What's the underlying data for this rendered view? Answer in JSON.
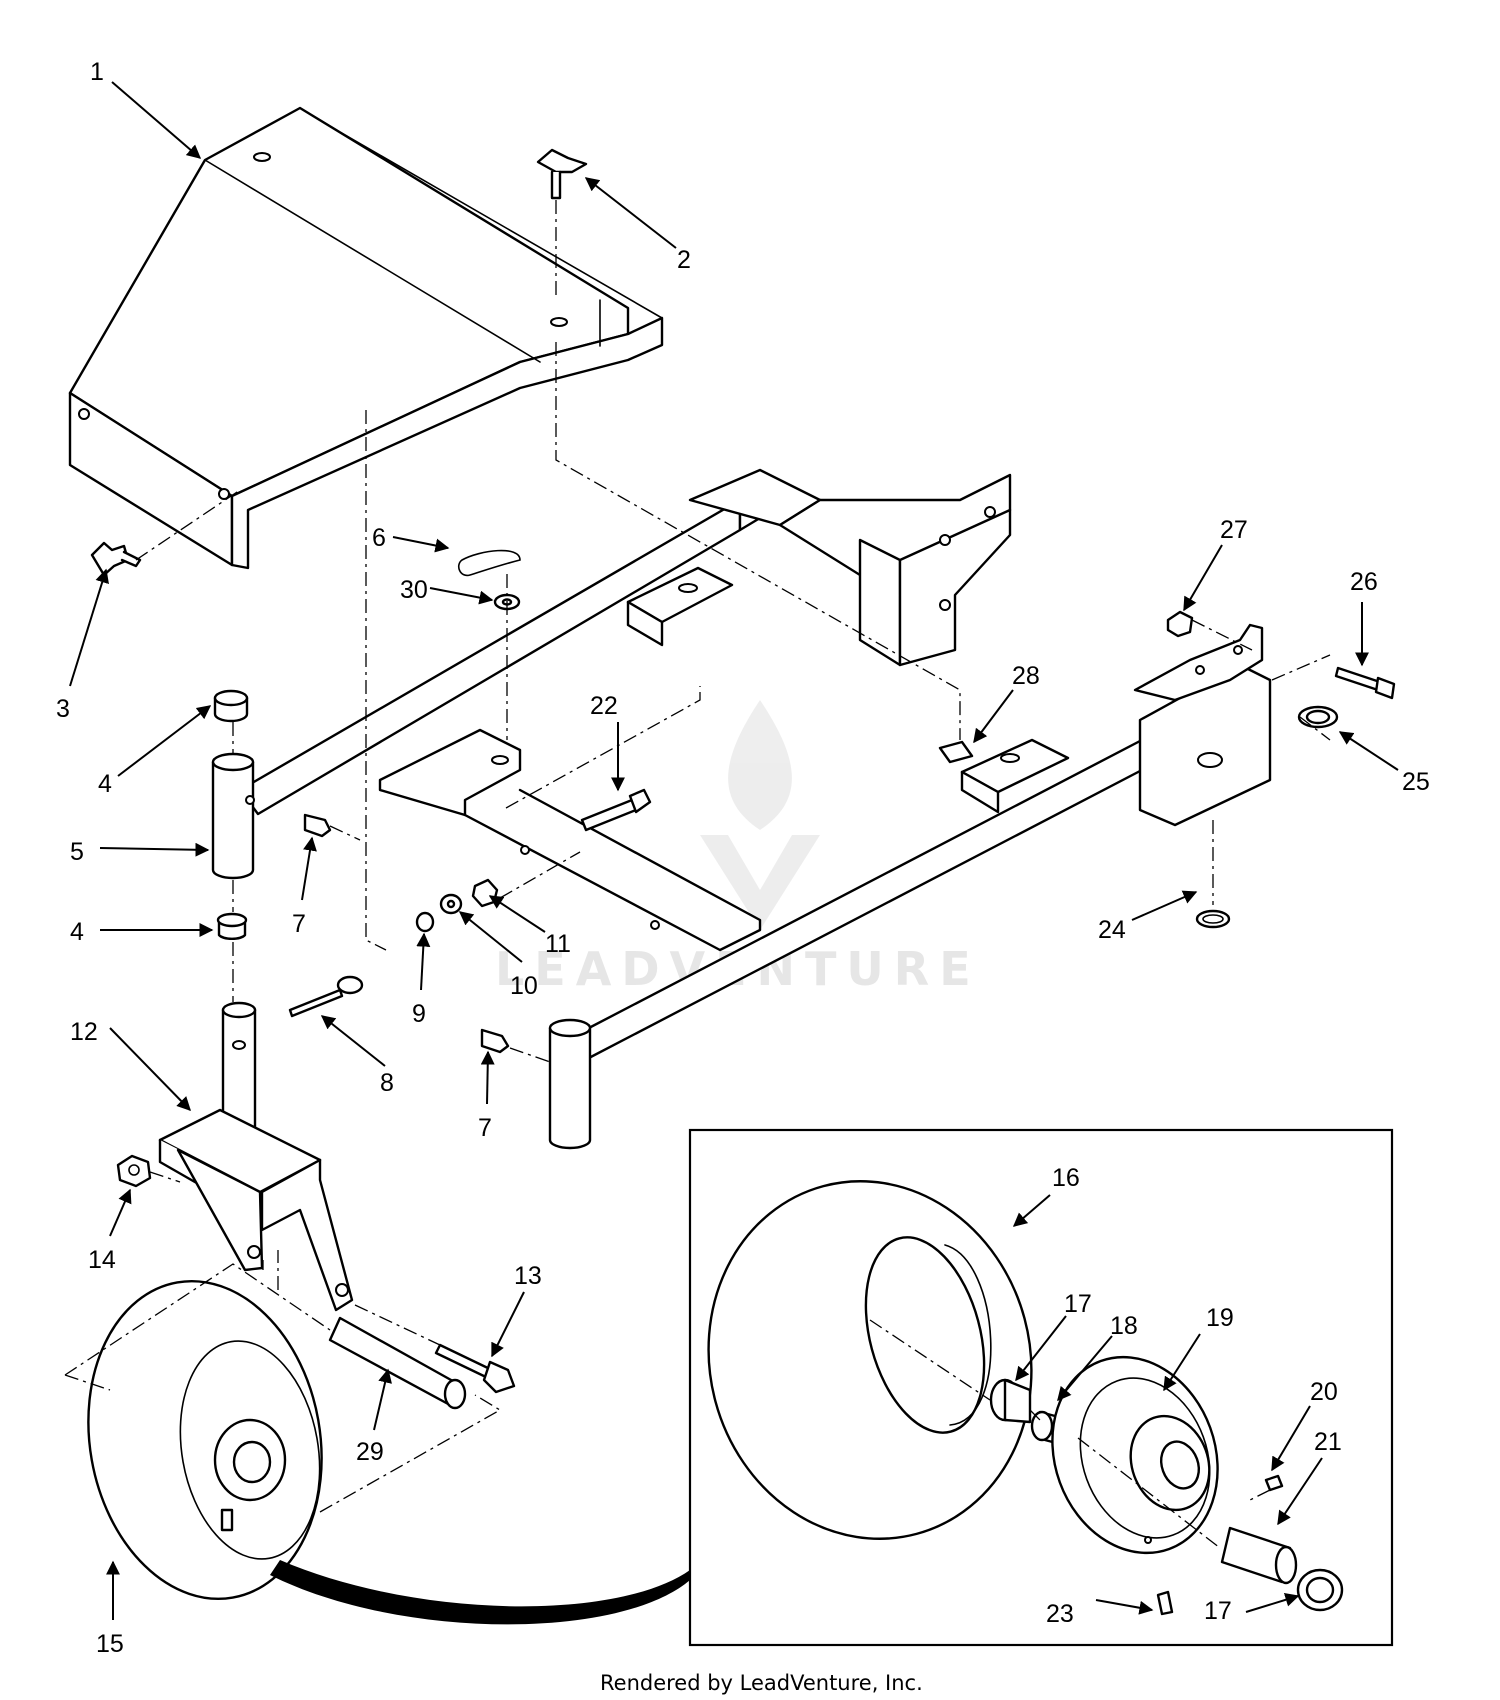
{
  "callouts": [
    {
      "id": "c1",
      "label": "1"
    },
    {
      "id": "c2",
      "label": "2"
    },
    {
      "id": "c3",
      "label": "3"
    },
    {
      "id": "c4a",
      "label": "4"
    },
    {
      "id": "c4b",
      "label": "4"
    },
    {
      "id": "c5",
      "label": "5"
    },
    {
      "id": "c6",
      "label": "6"
    },
    {
      "id": "c7a",
      "label": "7"
    },
    {
      "id": "c7b",
      "label": "7"
    },
    {
      "id": "c8",
      "label": "8"
    },
    {
      "id": "c9",
      "label": "9"
    },
    {
      "id": "c10",
      "label": "10"
    },
    {
      "id": "c11",
      "label": "11"
    },
    {
      "id": "c12",
      "label": "12"
    },
    {
      "id": "c13",
      "label": "13"
    },
    {
      "id": "c14",
      "label": "14"
    },
    {
      "id": "c15",
      "label": "15"
    },
    {
      "id": "c16",
      "label": "16"
    },
    {
      "id": "c17a",
      "label": "17"
    },
    {
      "id": "c17b",
      "label": "17"
    },
    {
      "id": "c18",
      "label": "18"
    },
    {
      "id": "c19",
      "label": "19"
    },
    {
      "id": "c20",
      "label": "20"
    },
    {
      "id": "c21",
      "label": "21"
    },
    {
      "id": "c22",
      "label": "22"
    },
    {
      "id": "c23",
      "label": "23"
    },
    {
      "id": "c24",
      "label": "24"
    },
    {
      "id": "c25",
      "label": "25"
    },
    {
      "id": "c26",
      "label": "26"
    },
    {
      "id": "c27",
      "label": "27"
    },
    {
      "id": "c28",
      "label": "28"
    },
    {
      "id": "c29",
      "label": "29"
    },
    {
      "id": "c30",
      "label": "30"
    }
  ],
  "watermark": {
    "text": "LEADVENTURE"
  },
  "footer": {
    "text": "Rendered by LeadVenture, Inc."
  },
  "colors": {
    "line": "#000000",
    "background": "#ffffff",
    "watermark": "#e4e4e4"
  }
}
